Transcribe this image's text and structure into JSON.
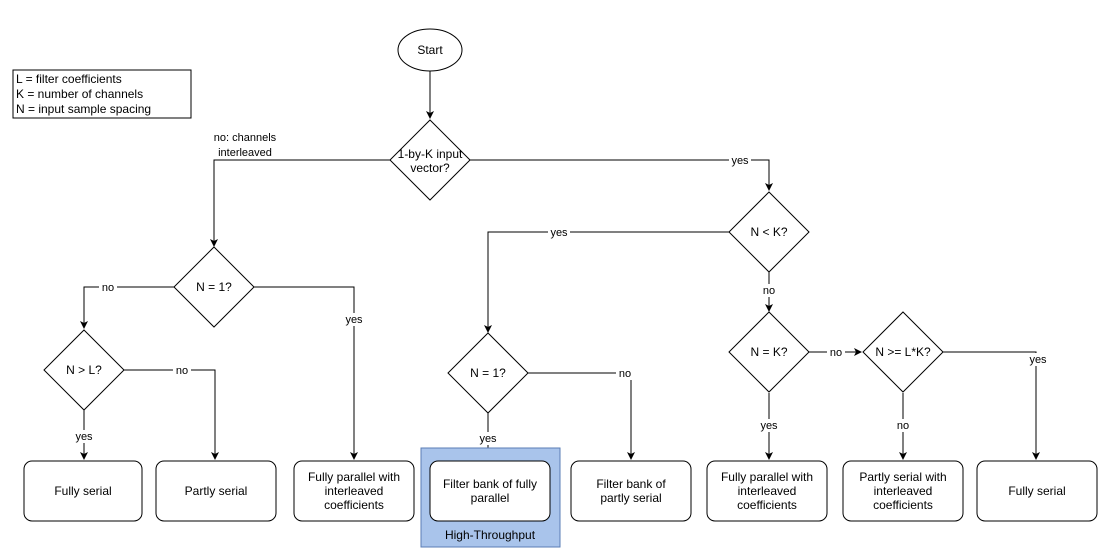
{
  "legend": {
    "lines": [
      "L = filter coefficients",
      "K = number of channels",
      "N = input sample spacing"
    ]
  },
  "nodes": {
    "start": "Start",
    "d_input": [
      "1-by-K input",
      "vector?"
    ],
    "d_n1_left": [
      "N = 1?"
    ],
    "d_ngtl": [
      "N > L?"
    ],
    "d_nltk": [
      "N < K?"
    ],
    "d_n1_mid": [
      "N = 1?"
    ],
    "d_neqk": [
      "N = K?"
    ],
    "d_ngelk": [
      "N >= L*K?"
    ],
    "r_fully_serial_1": [
      "Fully serial"
    ],
    "r_partly_serial": [
      "Partly serial"
    ],
    "r_fp_interleaved_1": [
      "Fully parallel with",
      "interleaved",
      "coefficients"
    ],
    "r_fb_fully_parallel": [
      "Filter bank of fully",
      "parallel"
    ],
    "r_fb_partly_serial": [
      "Filter bank of",
      "partly serial"
    ],
    "r_fp_interleaved_2": [
      "Fully parallel with",
      "interleaved",
      "coefficients"
    ],
    "r_ps_interleaved": [
      "Partly serial with",
      "interleaved",
      "coefficients"
    ],
    "r_fully_serial_2": [
      "Fully serial"
    ]
  },
  "highlight": {
    "label": "High-Throughput",
    "fill": "#a9c4eb",
    "stroke": "#5a7db5"
  },
  "edge_labels": {
    "input_no": [
      "no: channels",
      "interleaved"
    ],
    "input_yes": "yes",
    "n1_left_no": "no",
    "n1_left_yes": "yes",
    "ngtl_yes": "yes",
    "ngtl_no": "no",
    "nltk_yes": "yes",
    "nltk_no": "no",
    "n1_mid_yes": "yes",
    "n1_mid_no": "no",
    "neqk_yes": "yes",
    "neqk_no": "no",
    "ngelk_no": "no",
    "ngelk_yes": "yes"
  }
}
